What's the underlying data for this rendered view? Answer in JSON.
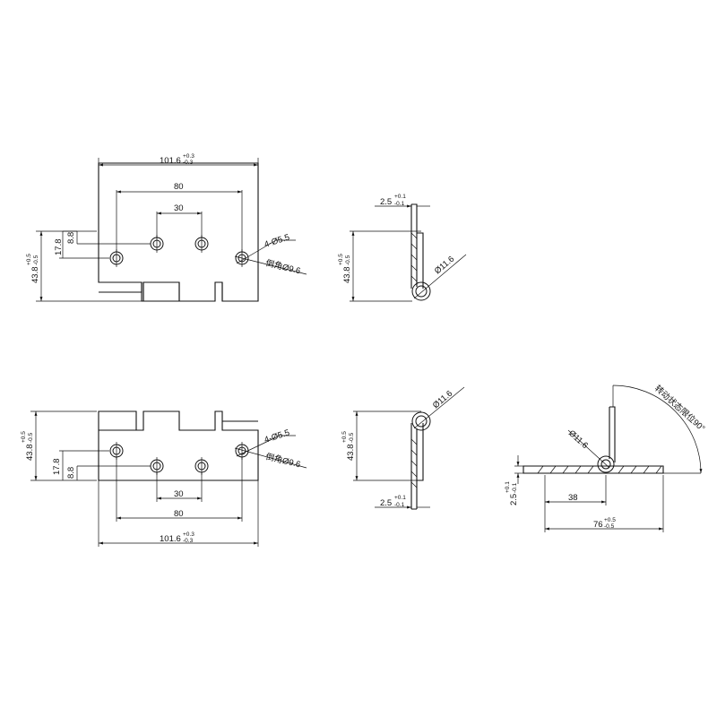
{
  "top_front": {
    "width": "101.6",
    "width_tol_upper": "+0.3",
    "width_tol_lower": "-0.3",
    "outer_pitch": "80",
    "inner_pitch": "30",
    "offset_small": "8.8",
    "offset_large": "17.8",
    "height": "43.8",
    "height_tol_upper": "+0.5",
    "height_tol_lower": "-0.5",
    "hole_note": "4-Ø5.5",
    "chamfer_note": "倒角Ø9.6"
  },
  "top_side": {
    "thickness": "2.5",
    "thickness_tol_upper": "+0.1",
    "thickness_tol_lower": "-0.1",
    "height": "43.8",
    "height_tol_upper": "+0.5",
    "height_tol_lower": "-0.5",
    "knuckle_dia": "Ø11.6"
  },
  "bottom_front": {
    "width": "101.6",
    "width_tol_upper": "+0.3",
    "width_tol_lower": "-0.3",
    "outer_pitch": "80",
    "inner_pitch": "30",
    "offset_small": "8.8",
    "offset_large": "17.8",
    "height": "43.8",
    "height_tol_upper": "+0.5",
    "height_tol_lower": "-0.5",
    "hole_note": "4-Ø5.5",
    "chamfer_note": "倒角Ø9.6"
  },
  "bottom_side": {
    "thickness": "2.5",
    "thickness_tol_upper": "+0.1",
    "thickness_tol_lower": "-0.1",
    "height": "43.8",
    "height_tol_upper": "+0.5",
    "height_tol_lower": "-0.5",
    "knuckle_dia": "Ø11.6"
  },
  "open_view": {
    "knuckle_dia": "Ø11.6",
    "leaf_length": "38",
    "total_length": "76",
    "total_tol_upper": "+0.5",
    "total_tol_lower": "-0.5",
    "thickness": "2.5",
    "thickness_tol_upper": "+0.1",
    "thickness_tol_lower": "-0.1",
    "rotation_note": "转动状态限位90°"
  }
}
